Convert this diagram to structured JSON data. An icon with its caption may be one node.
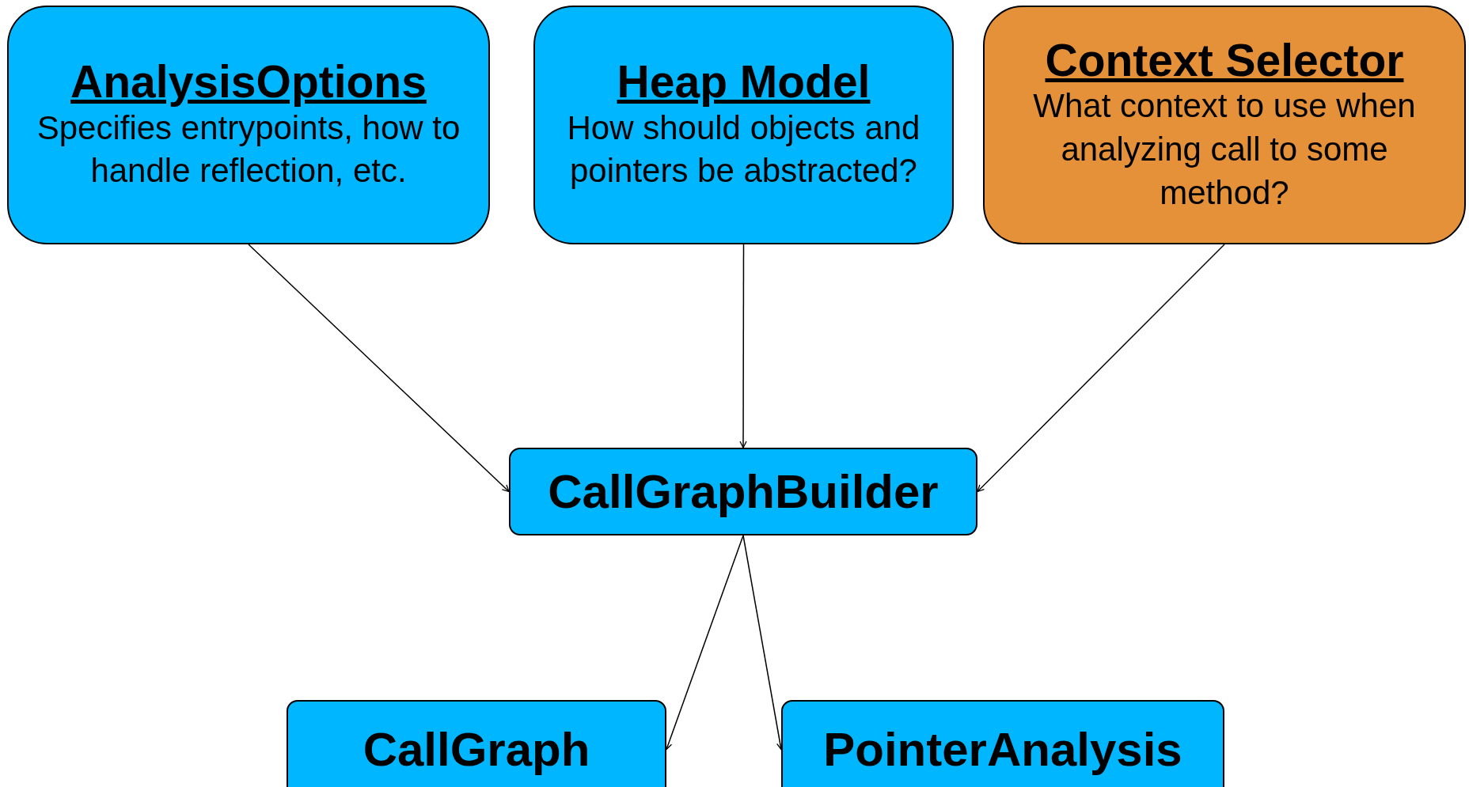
{
  "diagram": {
    "nodes": [
      {
        "text": [
          "AnalysisOptions",
          "Specifies entrypoints, how to handle reflection, etc."
        ]
      },
      {
        "text": [
          "Heap Model",
          "How should objects and pointers be abstracted?"
        ]
      },
      {
        "text": [
          "Context Selector",
          "What context to use when analyzing call to some method?"
        ]
      },
      {
        "text": [
          "CallGraphBuilder"
        ]
      },
      {
        "text": [
          "CallGraph"
        ]
      },
      {
        "text": [
          "PointerAnalysis"
        ]
      }
    ],
    "edges": [
      {
        "from": 0,
        "to": 3,
        "arrow": "to"
      },
      {
        "from": 1,
        "to": 3,
        "arrow": "to"
      },
      {
        "from": 2,
        "to": 3,
        "arrow": "to"
      },
      {
        "from": 3,
        "to": 4,
        "arrow": "to"
      },
      {
        "from": 3,
        "to": 5,
        "arrow": "to"
      }
    ]
  }
}
